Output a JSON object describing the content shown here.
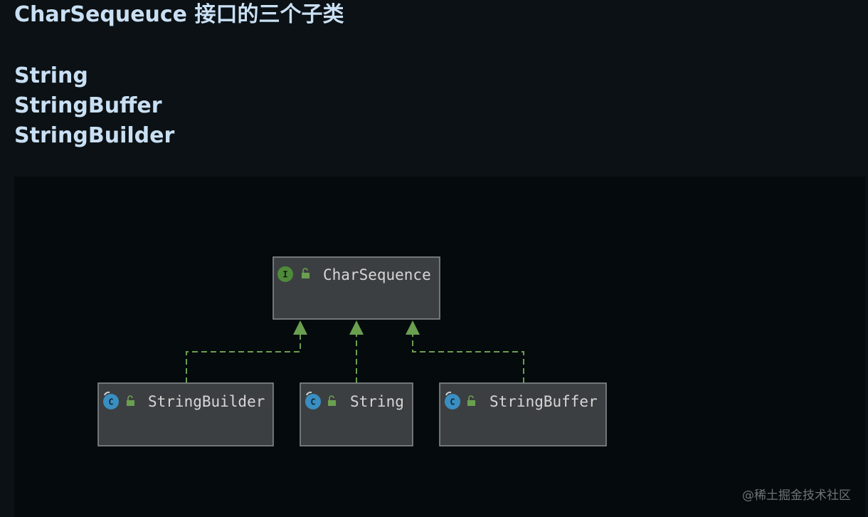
{
  "title": "CharSequeuce 接口的三个子类",
  "subclasses": [
    "String",
    "StringBuffer",
    "StringBuilder"
  ],
  "diagram": {
    "interface": {
      "name": "CharSequence",
      "badge": "I"
    },
    "classes": [
      {
        "name": "StringBuilder",
        "badge": "C"
      },
      {
        "name": "String",
        "badge": "C"
      },
      {
        "name": "StringBuffer",
        "badge": "C"
      }
    ],
    "colors": {
      "box_fill": "#3c3f41",
      "box_border": "#8a8f93",
      "arrow": "#6a9f50",
      "interface_badge": "#4f8a3a",
      "class_badge": "#3a8ec1"
    }
  },
  "watermark": "@稀土掘金技术社区"
}
